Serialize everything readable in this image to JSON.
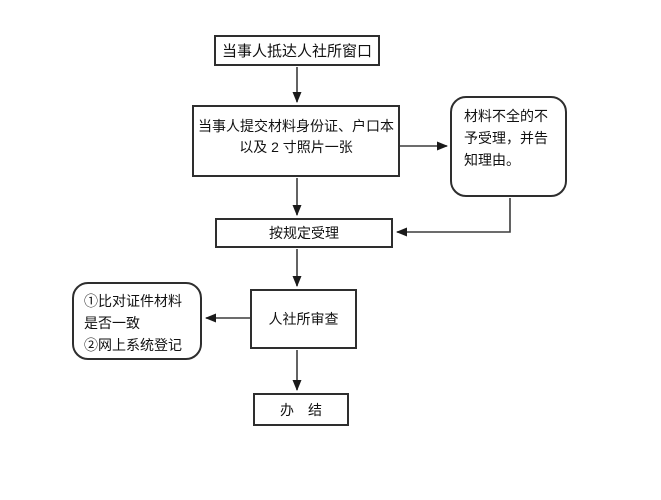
{
  "page": {
    "background_color": "#ffffff",
    "line_color": "#3c3c3c",
    "border_color": "#2e2e2e",
    "text_color": "#111111"
  },
  "flowchart": {
    "nodes": {
      "arrive": {
        "shape": "rect",
        "label": "当事人抵达人社所窗口"
      },
      "submit": {
        "shape": "rect",
        "lines": [
          "当事人提交材料身份证、户口本",
          "以及 2 寸照片一张"
        ]
      },
      "reject": {
        "shape": "rounded",
        "lines": [
          "材料不全的不",
          "予受理，并告",
          "知理由。"
        ]
      },
      "accept": {
        "shape": "rect",
        "label": "按规定受理"
      },
      "check": {
        "shape": "rounded",
        "lines": [
          "①比对证件材料",
          "是否一致",
          "②网上系统登记"
        ]
      },
      "review": {
        "shape": "rect",
        "label": "人社所审查"
      },
      "done": {
        "shape": "rect",
        "label": "办　结"
      }
    },
    "edges": [
      {
        "from": "arrive",
        "to": "submit",
        "type": "arrow-down"
      },
      {
        "from": "submit",
        "to": "reject",
        "type": "arrow-right"
      },
      {
        "from": "submit",
        "to": "accept",
        "type": "arrow-down"
      },
      {
        "from": "reject",
        "to": "accept",
        "type": "elbow-down-left"
      },
      {
        "from": "accept",
        "to": "review",
        "type": "arrow-down"
      },
      {
        "from": "review",
        "to": "check",
        "type": "arrow-left"
      },
      {
        "from": "review",
        "to": "done",
        "type": "arrow-down"
      }
    ]
  }
}
